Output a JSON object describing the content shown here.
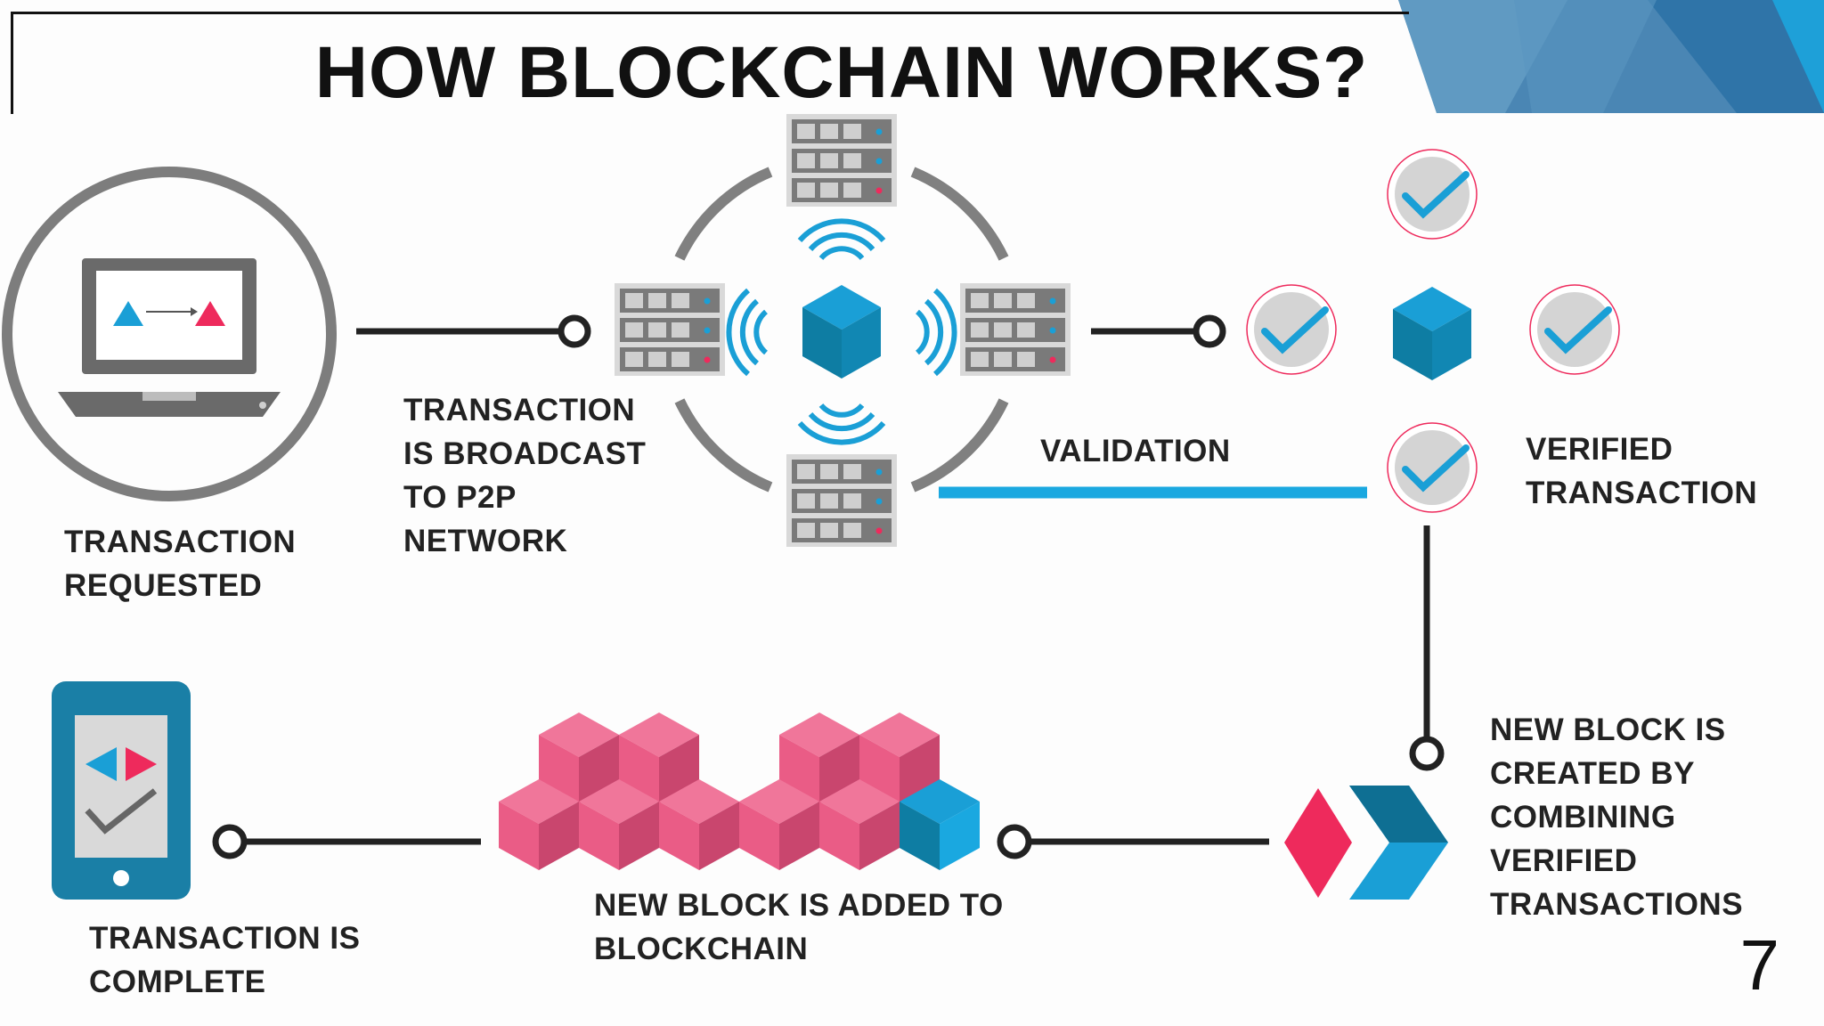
{
  "title": "HOW BLOCKCHAIN WORKS?",
  "labels": {
    "transaction_requested": "TRANSACTION\nREQUESTED",
    "broadcast": "TRANSACTION\nIS BROADCAST\nTO P2P\nNETWORK",
    "validation": "VALIDATION",
    "verified_transaction": "VERIFIED\nTRANSACTION",
    "new_block_created": "NEW BLOCK IS\nCREATED BY\nCOMBINING\nVERIFIED\nTRANSACTIONS",
    "block_added": "NEW BLOCK IS ADDED TO\nBLOCKCHAIN",
    "transaction_complete": "TRANSACTION IS\nCOMPLETE"
  },
  "page_number": "7",
  "colors": {
    "blue": "#1a9fd6",
    "dark_blue": "#0e7da3",
    "pink": "#ea5c86",
    "red_accent": "#ee2a5c",
    "grey": "#808080",
    "dark_grey": "#606060"
  },
  "icons": [
    "laptop-icon",
    "server-icon",
    "wifi-signal-icon",
    "cube-icon",
    "checkmark-icon",
    "chevron-icon",
    "diamond-icon",
    "phone-icon"
  ]
}
